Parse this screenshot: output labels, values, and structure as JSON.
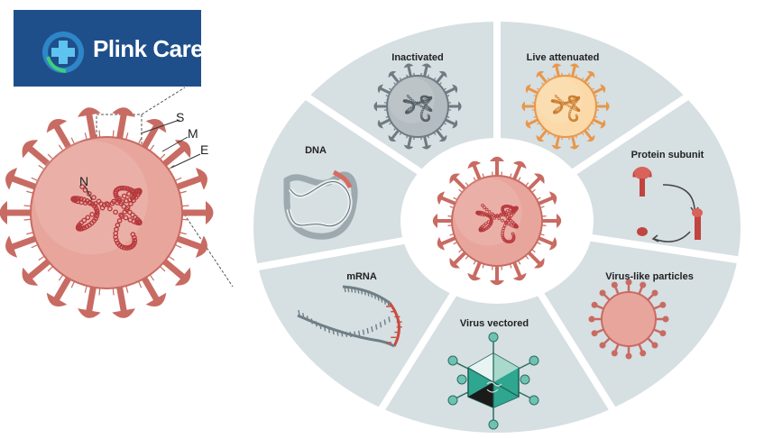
{
  "brand": {
    "name": "Plink Care",
    "icon": "shield-cross-icon",
    "background": "#1f4f8a"
  },
  "virion": {
    "labels": {
      "s": "S",
      "m": "M",
      "e": "E",
      "n": "N"
    },
    "colors": {
      "body": "#e8a59c",
      "spike": "#c86b63",
      "genome": "#b6383c"
    }
  },
  "platforms": [
    {
      "id": "inactivated",
      "label": "Inactivated"
    },
    {
      "id": "live-attenuated",
      "label": "Live attenuated"
    },
    {
      "id": "protein-subunit",
      "label": "Protein subunit"
    },
    {
      "id": "virus-like-particles",
      "label": "Virus-like particles"
    },
    {
      "id": "virus-vectored",
      "label": "Virus vectored"
    },
    {
      "id": "mrna",
      "label": "mRNA"
    },
    {
      "id": "dna",
      "label": "DNA"
    }
  ],
  "colors": {
    "wheel": "#d6dfe2",
    "ring": "#ffffff",
    "inactivated": "#7f8c92",
    "attenuated": "#f2a95b",
    "vector": "#2aa38d"
  }
}
